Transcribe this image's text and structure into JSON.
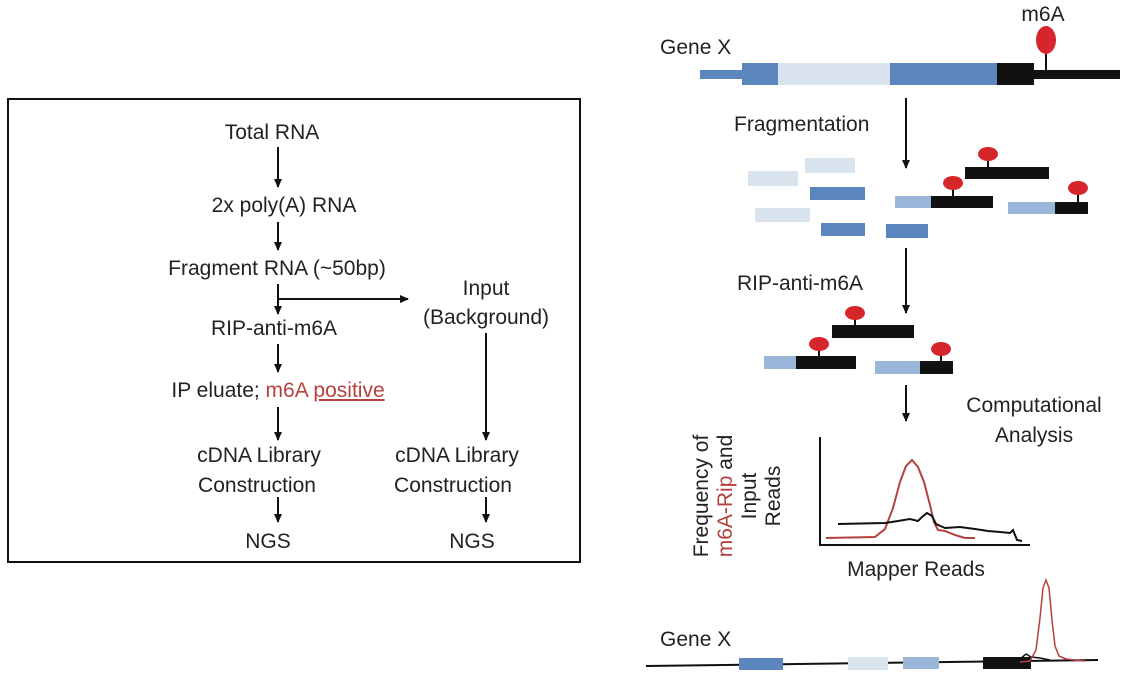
{
  "flowchart": {
    "total_rna": "Total RNA",
    "polya": "2x poly(A) RNA",
    "fragment": "Fragment RNA (~50bp)",
    "rip": "RIP-anti-m6A",
    "ip_prefix": "IP eluate; ",
    "ip_m6a": "m6A",
    "ip_positive": "positive",
    "input_line1": "Input",
    "input_line2": "(Background)",
    "cdna_left_1": "cDNA Library",
    "cdna_left_2": "Construction",
    "cdna_right_1": "cDNA Library",
    "cdna_right_2": "Construction",
    "ngs_left": "NGS",
    "ngs_right": "NGS"
  },
  "schematic": {
    "gene_top": "Gene X",
    "m6a_label": "m6A",
    "fragmentation": "Fragmentation",
    "rip": "RIP-anti-m6A",
    "computational_1": "Computational",
    "computational_2": "Analysis",
    "ylabel_line1_prefix": "Frequency of",
    "ylabel_line2_red": "m6A-Rip",
    "ylabel_line2_suffix": " and",
    "ylabel_line3": "Input",
    "ylabel_line4": "Reads",
    "xlabel": "Mapper Reads",
    "gene_bottom": "Gene X"
  },
  "colors": {
    "dark_blue": "#5b87be",
    "mid_blue": "#9ab6d9",
    "light_blue": "#d9e3ee",
    "black_exon": "#111111",
    "m6a_red": "#d6262b",
    "text_red": "#b5413f",
    "peak_red": "#b5413f"
  }
}
